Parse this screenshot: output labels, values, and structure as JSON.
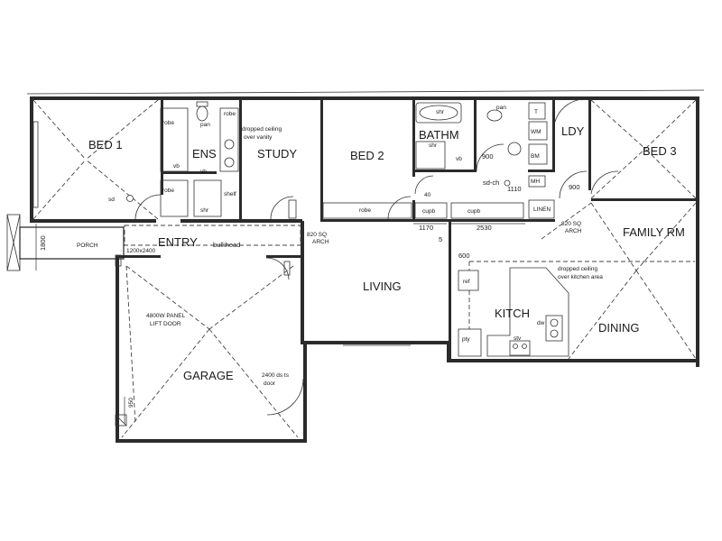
{
  "rooms": {
    "bed1": "BED 1",
    "ens": "ENS",
    "study": "STUDY",
    "bed2": "BED 2",
    "bath": "BATHM",
    "ldy": "LDY",
    "bed3": "BED 3",
    "entry": "ENTRY",
    "porch": "PORCH",
    "living": "LIVING",
    "family": "FAMILY RM",
    "kitch": "KITCH",
    "dining": "DINING",
    "garage": "GARAGE"
  },
  "notes": {
    "robe1": "robe",
    "robe2": "robe",
    "robe3": "robe",
    "robe4": "robe",
    "pan1": "pan",
    "pan2": "pan",
    "vanity_1": "dropped ceiling",
    "vanity_2": "over vanity",
    "vb": "vb",
    "vb2": "vb",
    "vb3": "vb",
    "shr1": "shr",
    "shr2": "shr",
    "shr3": "shr",
    "shelf": "shelf",
    "sd": "sd",
    "sdch": "sd-ch",
    "bulkhead": "bulkhead",
    "arch1_1": "820 SQ",
    "arch1_2": "ARCH",
    "arch2_1": "820 SQ",
    "arch2_2": "ARCH",
    "cupb1": "cupb",
    "cupb2": "cupb",
    "linen": "LINEN",
    "tr": "T",
    "wm": "WM",
    "bm": "BM",
    "mh": "MH",
    "kitchen_1": "dropped ceiling",
    "kitchen_2": "over kitchen area",
    "ref": "ref",
    "pty": "pty",
    "stv": "stv",
    "dw": "dw",
    "door_1": "4800W PANEL",
    "door_2": "LIFT DOOR",
    "garage_door_1": "2400 ds ts",
    "garage_door_2": "door",
    "entry_door": "1200x2400"
  },
  "dims": {
    "d1800": "1800",
    "d900a": "900",
    "d1110": "1110",
    "d900b": "900",
    "d1170": "1170",
    "d2530": "2530",
    "d600": "600",
    "d5": "5",
    "d950": "950",
    "d40": "40"
  }
}
